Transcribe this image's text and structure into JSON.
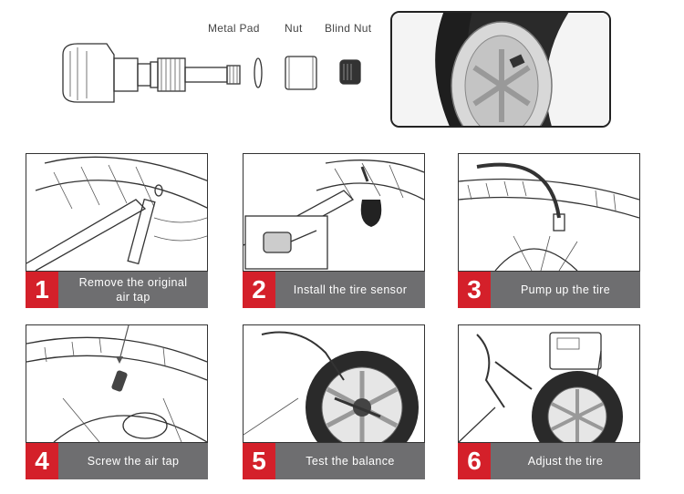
{
  "parts": {
    "metal_pad": "Metal Pad",
    "nut": "Nut",
    "blind_nut": "Blind Nut"
  },
  "steps": [
    {
      "number": "1",
      "text": "Remove the original air tap"
    },
    {
      "number": "2",
      "text": "Install the tire sensor"
    },
    {
      "number": "3",
      "text": "Pump up the tire"
    },
    {
      "number": "4",
      "text": "Screw the air tap"
    },
    {
      "number": "5",
      "text": "Test the balance"
    },
    {
      "number": "6",
      "text": "Adjust the tire"
    }
  ],
  "colors": {
    "accent": "#d4202a",
    "caption_bg": "#6e6e70"
  }
}
